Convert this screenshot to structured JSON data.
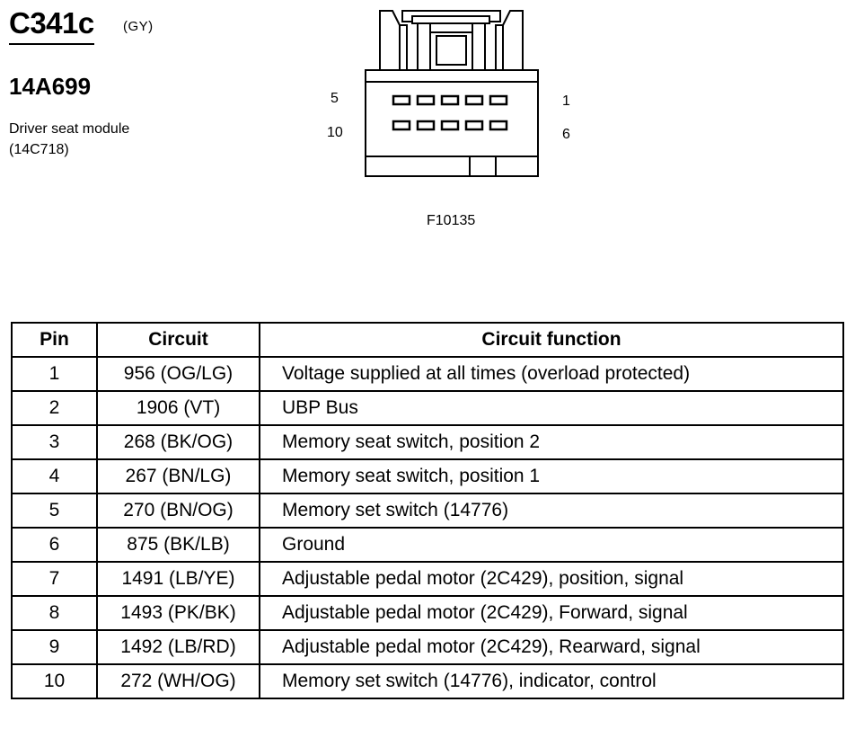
{
  "header": {
    "connector_id": "C341c",
    "connector_color": "(GY)",
    "part_number": "14A699",
    "component_name": "Driver seat module",
    "component_code": "(14C718)"
  },
  "diagram": {
    "pin_labels": {
      "top_left": "5",
      "top_right": "1",
      "bottom_left": "10",
      "bottom_right": "6"
    },
    "figure_id": "F10135"
  },
  "table": {
    "headers": {
      "pin": "Pin",
      "circuit": "Circuit",
      "function": "Circuit function"
    },
    "rows": [
      {
        "pin": "1",
        "circuit": "956 (OG/LG)",
        "function": "Voltage supplied at all times (overload protected)"
      },
      {
        "pin": "2",
        "circuit": "1906 (VT)",
        "function": "UBP Bus"
      },
      {
        "pin": "3",
        "circuit": "268 (BK/OG)",
        "function": "Memory seat switch, position 2"
      },
      {
        "pin": "4",
        "circuit": "267 (BN/LG)",
        "function": "Memory seat switch, position 1"
      },
      {
        "pin": "5",
        "circuit": "270 (BN/OG)",
        "function": "Memory set switch (14776)"
      },
      {
        "pin": "6",
        "circuit": "875 (BK/LB)",
        "function": "Ground"
      },
      {
        "pin": "7",
        "circuit": "1491 (LB/YE)",
        "function": "Adjustable pedal motor (2C429), position, signal"
      },
      {
        "pin": "8",
        "circuit": "1493 (PK/BK)",
        "function": "Adjustable pedal motor (2C429), Forward, signal"
      },
      {
        "pin": "9",
        "circuit": "1492 (LB/RD)",
        "function": "Adjustable pedal motor (2C429), Rearward, signal"
      },
      {
        "pin": "10",
        "circuit": "272 (WH/OG)",
        "function": "Memory set switch (14776), indicator, control"
      }
    ]
  }
}
